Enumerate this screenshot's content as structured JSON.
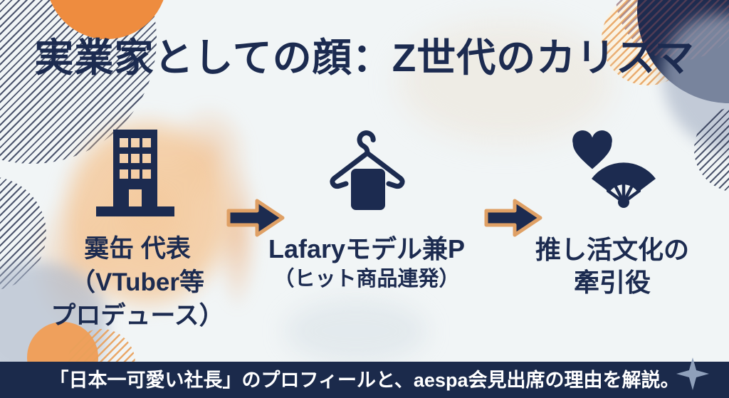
{
  "title": "実業家としての顔：Z世代のカリスマ",
  "steps": [
    {
      "icon": "building-icon",
      "lines": [
        "霙缶 代表",
        "（VTuber等",
        "プロデュース）"
      ]
    },
    {
      "icon": "hanger-icon",
      "lines": [
        "Lafaryモデル兼P",
        "（ヒット商品連発）"
      ]
    },
    {
      "icon": "heart-fan-icon",
      "lines": [
        "推し活文化の",
        "牽引役"
      ]
    }
  ],
  "arrows": [
    {
      "icon": "arrow-right-icon"
    },
    {
      "icon": "arrow-right-icon"
    }
  ],
  "footer": {
    "text": "「日本一可愛い社長」のプロフィールと、aespa会見出席の理由を解説。",
    "sparkle_icon": "sparkle-icon"
  },
  "colors": {
    "navy": "#1c2b50",
    "orange_circle": "#ee8c3f",
    "arrow_outline": "#dfa065",
    "footer_bg": "#1b2a4b",
    "background": "#f1f5f6",
    "sparkle": "#8fa0bb",
    "watercolor": "#f4c798"
  }
}
